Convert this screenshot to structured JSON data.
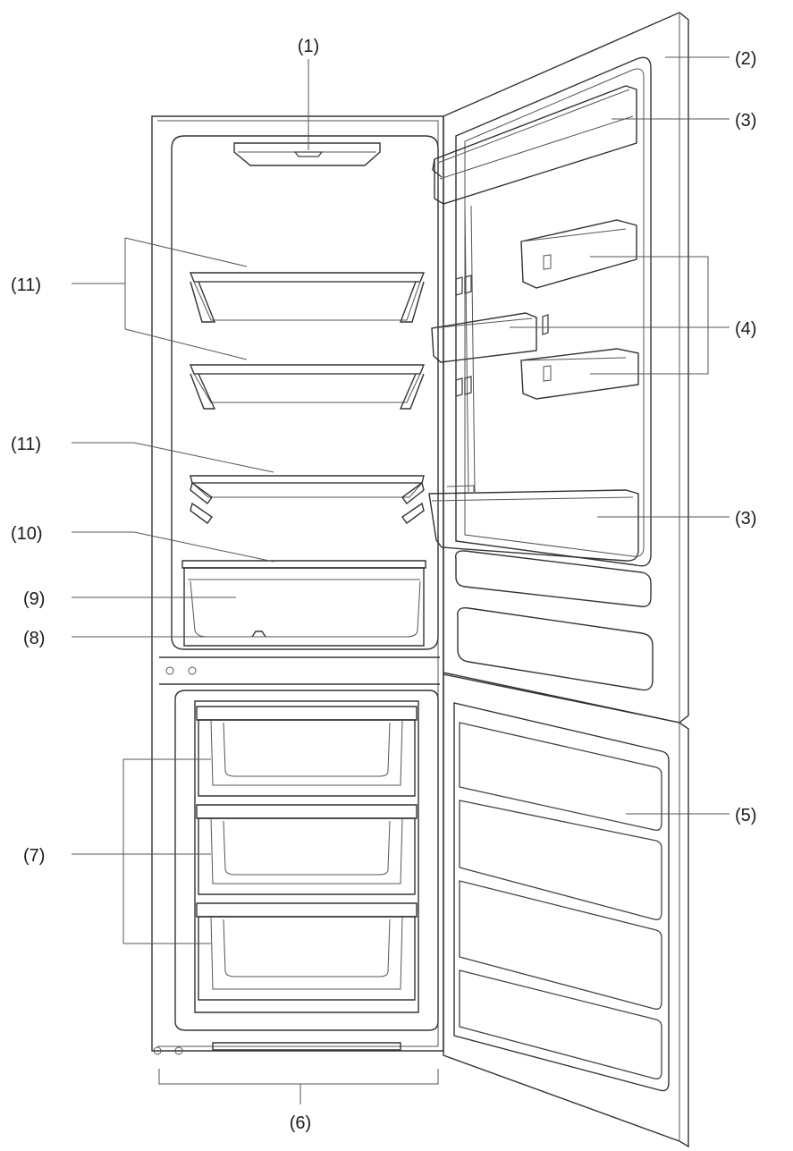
{
  "labels": {
    "l1": "(1)",
    "l2": "(2)",
    "l3a": "(3)",
    "l3b": "(3)",
    "l4": "(4)",
    "l5": "(5)",
    "l6": "(6)",
    "l7": "(7)",
    "l8": "(8)",
    "l9": "(9)",
    "l10": "(10)",
    "l11a": "(11)",
    "l11b": "(11)"
  },
  "colors": {
    "line": "#333333",
    "background": "#ffffff"
  }
}
